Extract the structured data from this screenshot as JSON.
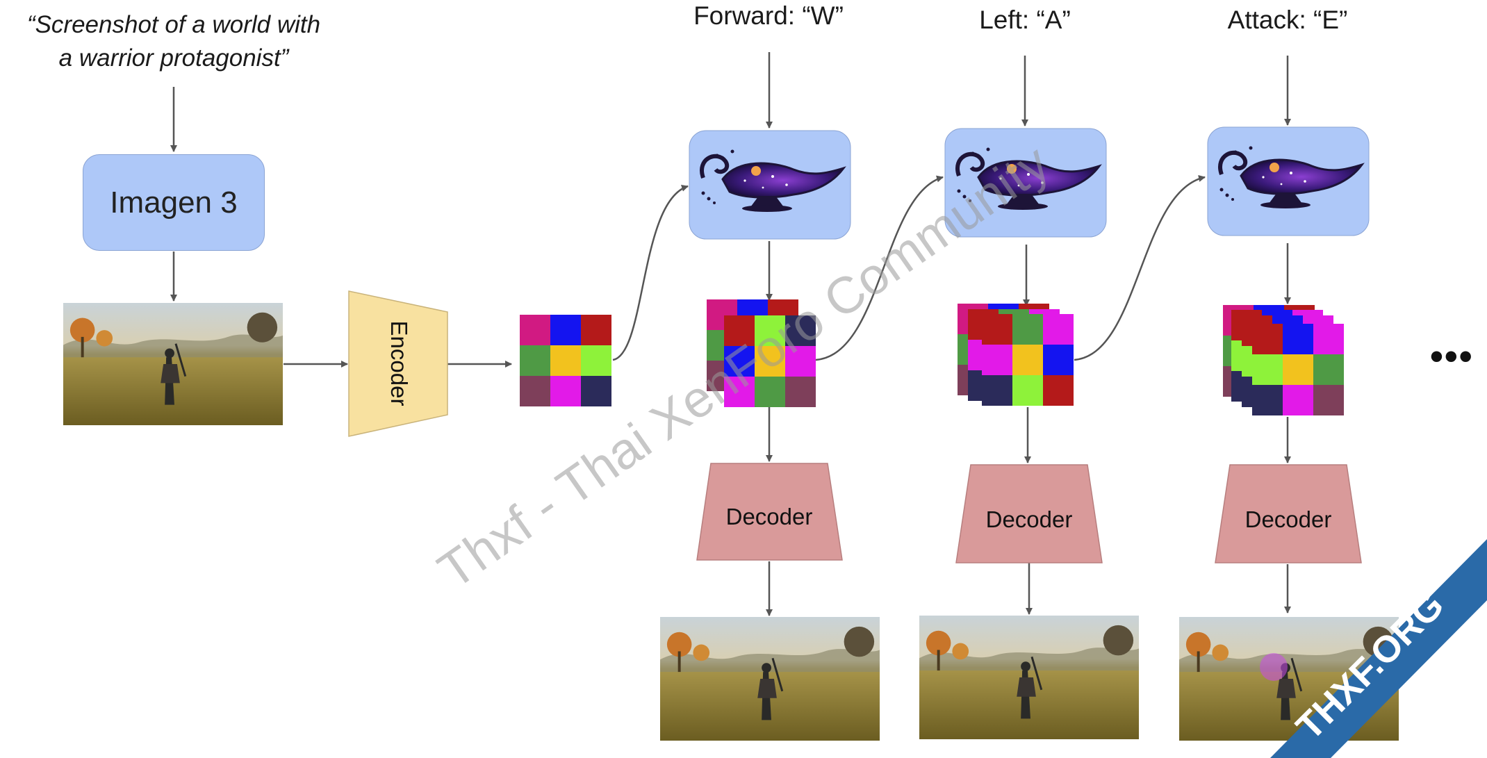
{
  "prompt_line1": "“Screenshot of a world with",
  "prompt_line2": "a warrior protagonist”",
  "imagen_label": "Imagen 3",
  "encoder_label": "Encoder",
  "steps": [
    {
      "action": "Forward: “W”",
      "decoder": "Decoder"
    },
    {
      "action": "Left: “A”",
      "decoder": "Decoder"
    },
    {
      "action": "Attack: “E”",
      "decoder": "Decoder"
    }
  ],
  "ellipsis": "•••",
  "watermark_text": "Thxf - Thai XenForo Community",
  "corner_badge": "THXF.ORG",
  "colors": {
    "imagen_fill": "#aec8f8",
    "encoder_fill": "#f8e1a0",
    "decoder_fill": "#d99a9a",
    "arrow": "#555555",
    "badge_blue": "#2a6aa8",
    "badge_orange": "#f29a1f"
  },
  "latent_grid": [
    [
      "#d11a82",
      "#1414f0",
      "#b41a1a"
    ],
    [
      "#4f9a45",
      "#f2c21e",
      "#8ef23a"
    ],
    [
      "#7e3f5a",
      "#e21ae8",
      "#2b2b5a"
    ]
  ],
  "latent_grid_b": [
    [
      "#b41a1a",
      "#8ef23a",
      "#2b2b5a"
    ],
    [
      "#1414f0",
      "#f2c21e",
      "#e21ae8"
    ],
    [
      "#e21ae8",
      "#4f9a45",
      "#7e3f5a"
    ]
  ],
  "latent_grid_c": [
    [
      "#b41a1a",
      "#4f9a45",
      "#e21ae8"
    ],
    [
      "#e21ae8",
      "#f2c21e",
      "#1414f0"
    ],
    [
      "#2b2b5a",
      "#8ef23a",
      "#b41a1a"
    ]
  ],
  "latent_grid_d": [
    [
      "#b41a1a",
      "#1414f0",
      "#e21ae8"
    ],
    [
      "#8ef23a",
      "#f2c21e",
      "#4f9a45"
    ],
    [
      "#2b2b5a",
      "#e21ae8",
      "#7e3f5a"
    ]
  ]
}
